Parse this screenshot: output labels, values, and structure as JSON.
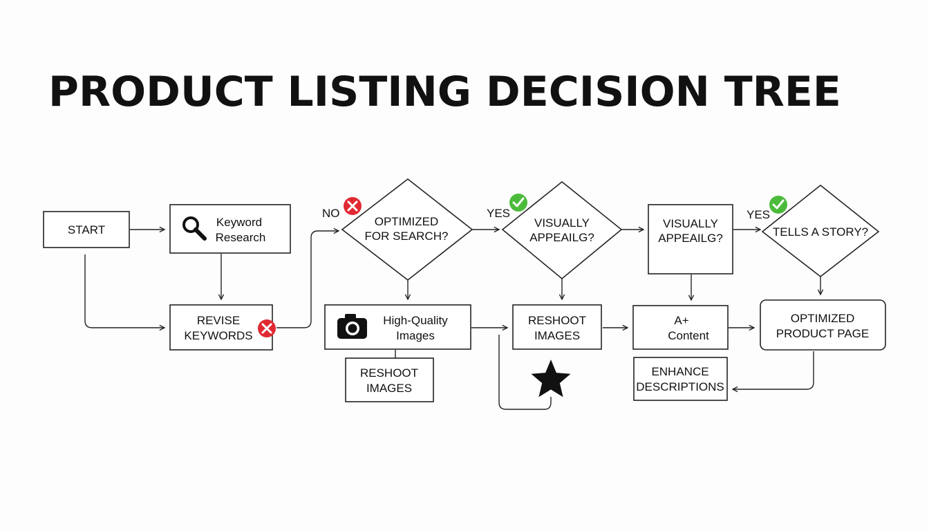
{
  "title": "PRODUCT LISTING DECISION TREE",
  "colors": {
    "yes": "#4cbb3c",
    "no": "#e02a33",
    "ink": "#111111"
  },
  "nodes": {
    "start": "START",
    "keyword_research": [
      "Keyword",
      "Research"
    ],
    "revise_keywords": [
      "REVISE",
      "KEYWORDS"
    ],
    "optimized_for_search": [
      "OPTIMIZED",
      "FOR SEARCH?"
    ],
    "visually_appealing_diamond": [
      "VISUALLY",
      "APPEAILG?"
    ],
    "visually_appealing_box": [
      "VISUALLY",
      "APPEAILG?"
    ],
    "tells_a_story": "TELLS A STORY?",
    "high_quality_images": [
      "High-Quality",
      "Images"
    ],
    "reshoot_images_small": [
      "RESHOOT",
      "IMAGES"
    ],
    "reshoot_images": [
      "RESHOOT",
      "IMAGES"
    ],
    "a_plus_content": [
      "A+",
      "Content"
    ],
    "optimized_product_page": [
      "OPTIMIZED",
      "PRODUCT PAGE"
    ],
    "enhance_descriptions": [
      "ENHANCE",
      "DESCRIPTIONS"
    ]
  },
  "labels": {
    "no": "NO",
    "yes_1": "YES",
    "yes_2": "YES"
  },
  "icons": [
    "search-icon",
    "camera-icon",
    "star-icon",
    "x-circle-icon",
    "check-circle-icon"
  ]
}
